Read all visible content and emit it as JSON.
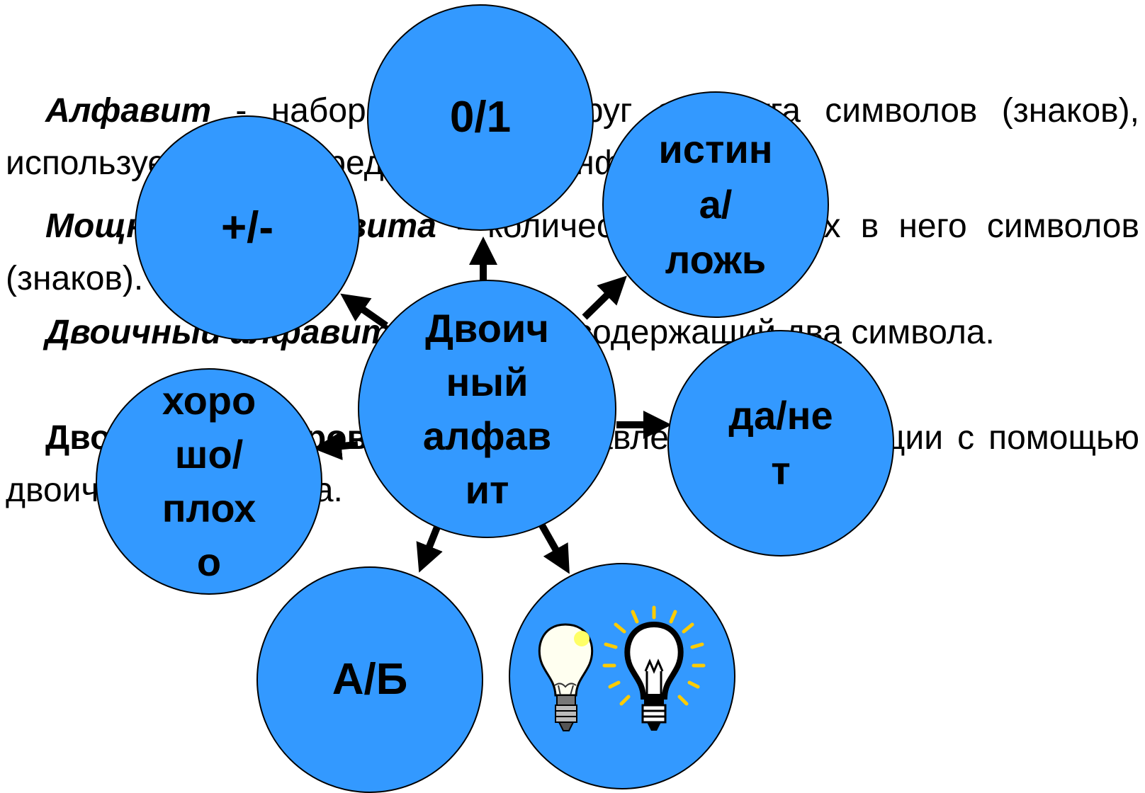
{
  "paragraphs": [
    {
      "term": "Алфавит",
      "text": " - набор отличных друг от друга символов (знаков), используемых для представления информации."
    },
    {
      "term": "Мощность алфавита",
      "text": " - количество входящих в него символов (знаков)."
    },
    {
      "term": "Двоичный алфавит",
      "text": " - алфавит, содержащий два символа."
    },
    {
      "term": "Двоичное кодирование",
      "text": " - представление информации с помощью двоичного алфавита."
    }
  ],
  "diagram": {
    "center": "Двоич\nный\nалфав\nит",
    "nodes": {
      "zero_one": "0/1",
      "plus_minus": "+/-",
      "true_false": "истин\nа/\nложь",
      "yes_no": "да/не\nт",
      "good_bad": "хоро\nшо/\nплох\nо",
      "a_b": "А/Б",
      "bulbs": "lightbulb-off-on-icon"
    },
    "colors": {
      "node_fill": "#3399ff",
      "outline": "#000000",
      "bulb_glow": "#ffcc00"
    }
  }
}
